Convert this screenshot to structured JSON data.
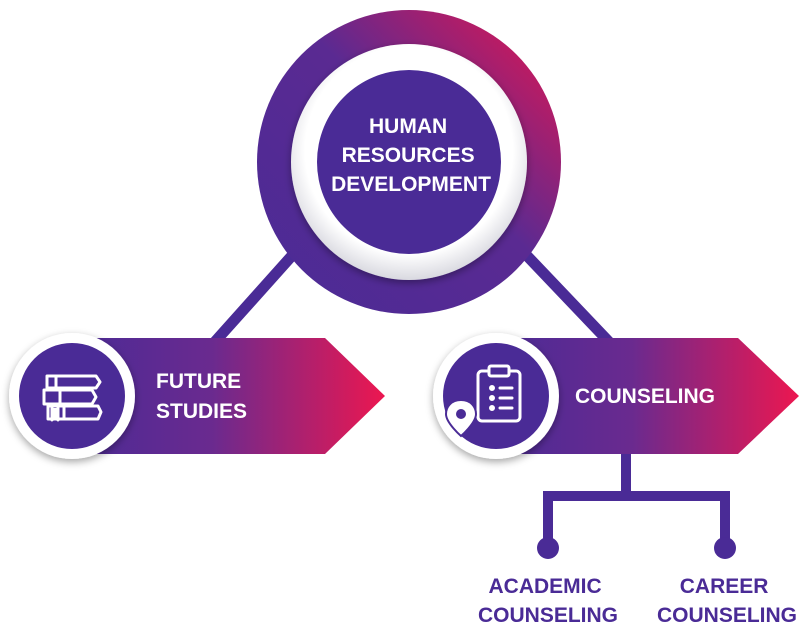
{
  "root": {
    "lines": [
      "HUMAN",
      "RESOURCES",
      "DEVELOPMENT"
    ]
  },
  "branches": [
    {
      "id": "future-studies",
      "lines": [
        "FUTURE",
        "STUDIES"
      ],
      "icon": "books-icon"
    },
    {
      "id": "counseling",
      "lines": [
        "COUNSELING"
      ],
      "icon": "clipboard-location-icon"
    }
  ],
  "leaves": [
    {
      "id": "academic-counseling",
      "lines": [
        "ACADEMIC",
        "COUNSELING"
      ]
    },
    {
      "id": "career-counseling",
      "lines": [
        "CAREER",
        "COUNSELING"
      ]
    }
  ],
  "colors": {
    "purple": "#4a2b96",
    "magenta": "#e8154e",
    "connector": "#4a2b96"
  }
}
